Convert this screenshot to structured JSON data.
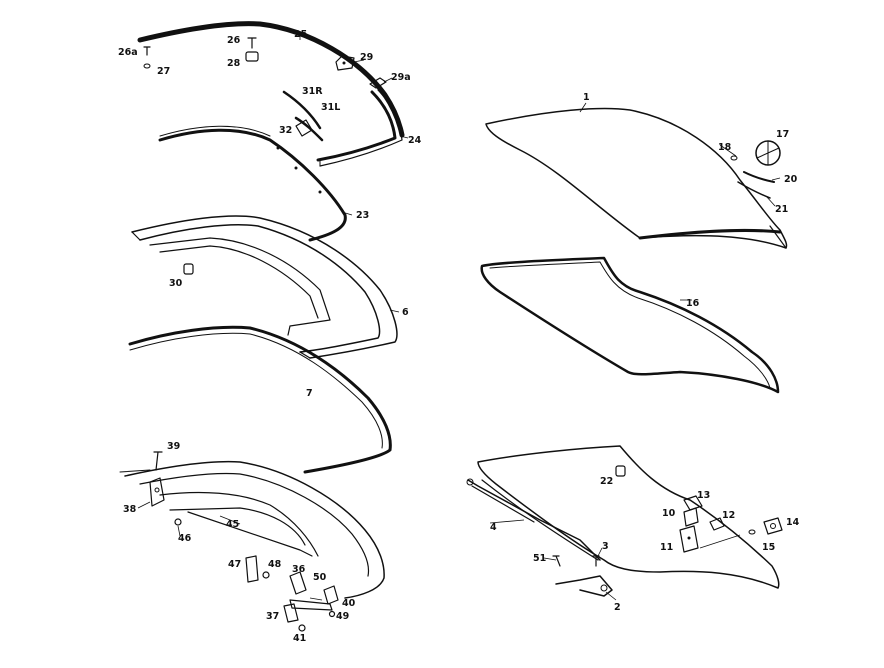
{
  "parts": {
    "p1": "1",
    "p2": "2",
    "p3": "3",
    "p4": "4",
    "p6": "6",
    "p7": "7",
    "p10": "10",
    "p11": "11",
    "p12": "12",
    "p13": "13",
    "p14": "14",
    "p15": "15",
    "p16": "16",
    "p17": "17",
    "p18": "18",
    "p20": "20",
    "p21": "21",
    "p22": "22",
    "p23": "23",
    "p24": "24",
    "p25": "25",
    "p26": "26",
    "p26a": "26a",
    "p27": "27",
    "p28": "28",
    "p29": "29",
    "p29a": "29a",
    "p30": "30",
    "p31R": "31R",
    "p31L": "31L",
    "p32": "32",
    "p36": "36",
    "p37": "37",
    "p38": "38",
    "p39": "39",
    "p40": "40",
    "p41": "41",
    "p45": "45",
    "p46": "46",
    "p47": "47",
    "p48": "48",
    "p49": "49",
    "p50": "50",
    "p51": "51"
  }
}
